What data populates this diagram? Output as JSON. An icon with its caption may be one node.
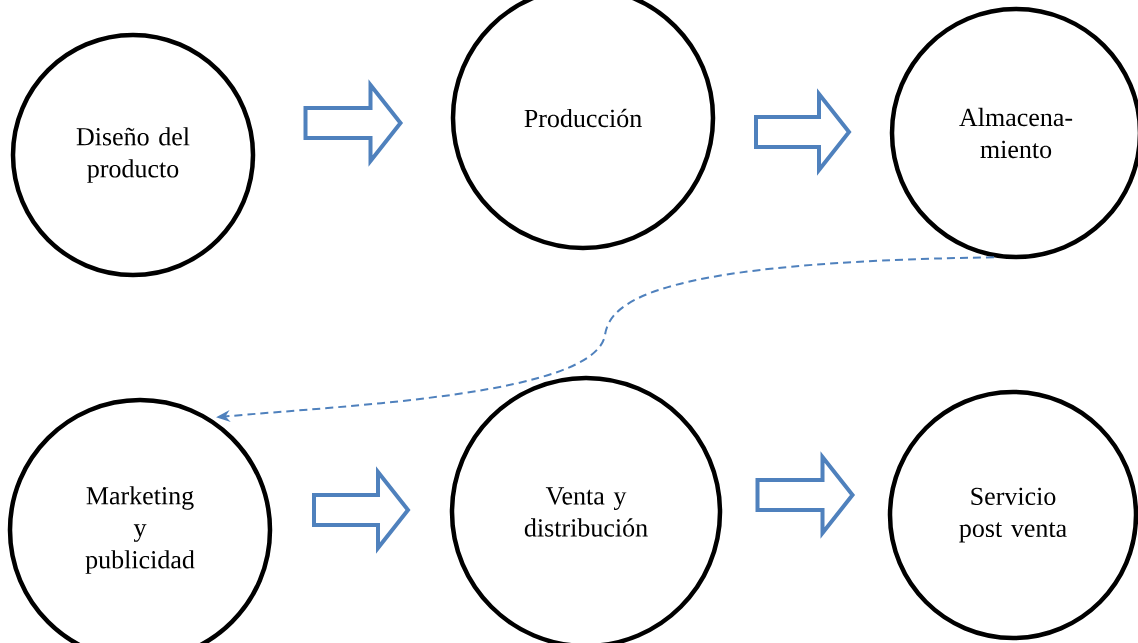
{
  "diagram": {
    "nodes": [
      {
        "text": [
          "Diseño del producto"
        ]
      },
      {
        "text": [
          "Producción"
        ]
      },
      {
        "text": [
          "Almacena- miento"
        ]
      },
      {
        "text": [
          "Marketing y publicidad"
        ]
      },
      {
        "text": [
          "Venta y distribución"
        ]
      },
      {
        "text": [
          "Servicio post venta"
        ]
      }
    ],
    "edges": [
      {
        "from": 0,
        "to": 1,
        "arrow": "to",
        "style": "thick"
      },
      {
        "from": 1,
        "to": 2,
        "arrow": "to",
        "style": "thick"
      },
      {
        "from": 2,
        "to": 3,
        "arrow": "to",
        "style": "dashed"
      },
      {
        "from": 3,
        "to": 4,
        "arrow": "to",
        "style": "thick"
      },
      {
        "from": 4,
        "to": 5,
        "arrow": "to",
        "style": "thick"
      }
    ]
  }
}
